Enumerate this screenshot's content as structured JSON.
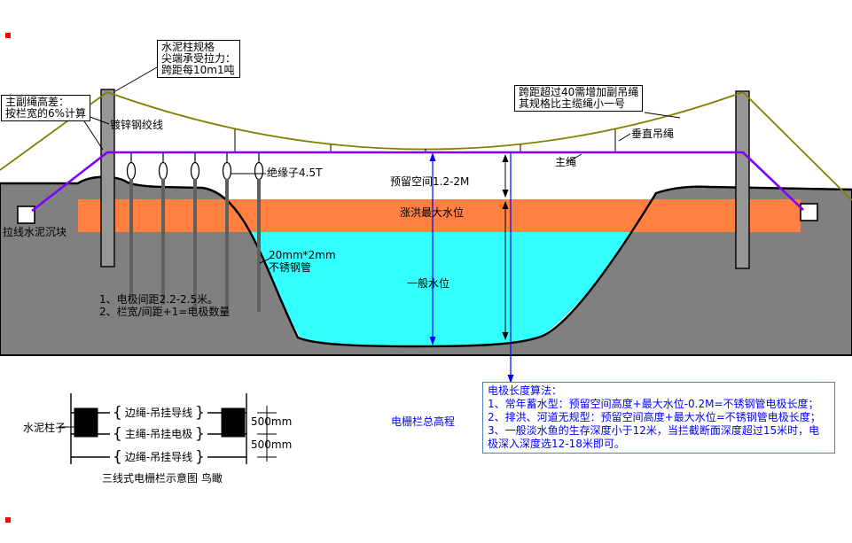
{
  "colors": {
    "terrain": "#808080",
    "flood_band": "#ff8040",
    "water": "#33ffff",
    "main_rope": "#8000ff",
    "suspension_cable": "#808000",
    "annotation_blue": "#0000ff",
    "algo_box_border": "#4f81bd"
  },
  "labels": {
    "pillar_spec": [
      "水泥柱规格",
      "尖端承受拉力：",
      "跨距每10m1吨"
    ],
    "rope_diff": [
      "主副绳高差：",
      "按栏宽的6%计算"
    ],
    "galvanized": "镀锌钢绞线",
    "span_note": [
      "跨距超过40需增加副吊绳",
      "其规格比主缆绳小一号"
    ],
    "vertical_rope": "垂直吊绳",
    "main_rope": "主绳",
    "reserved_space": "预留空间1.2-2M",
    "flood_level": "涨洪最大水位",
    "normal_level": "一般水位",
    "insulator": "绝缘子4.5T",
    "tube": [
      "20mm*2mm",
      "不锈钢管"
    ],
    "anchor": "拉线水泥沉块",
    "notes": [
      "1、电极间距2.2-2.5米。",
      "2、栏宽/间距+1=电极数量"
    ],
    "elevation": "电栅栏总高程"
  },
  "algo": {
    "lines": [
      "电极长度算法：",
      "1、常年蓄水型：预留空间高度+最大水位-0.2M=不锈钢管电极长度；",
      "2、排洪、河道无规型：预留空间高度+最大水位=不锈钢管电极长度；",
      "3、一般淡水鱼的生存深度小于12米，当拦截断面深度超过15米时，电",
      "极深入深度选12-18米即可。"
    ]
  },
  "detail": {
    "pillar_label": "水泥柱子",
    "wires": [
      "边绳-吊挂导线",
      "主绳-吊挂电极",
      "边绳-吊挂导线"
    ],
    "dims": [
      "500mm",
      "500mm"
    ],
    "caption": "三线式电栅栏示意图  鸟瞰",
    "brace_l": "{",
    "brace_r": "}"
  }
}
